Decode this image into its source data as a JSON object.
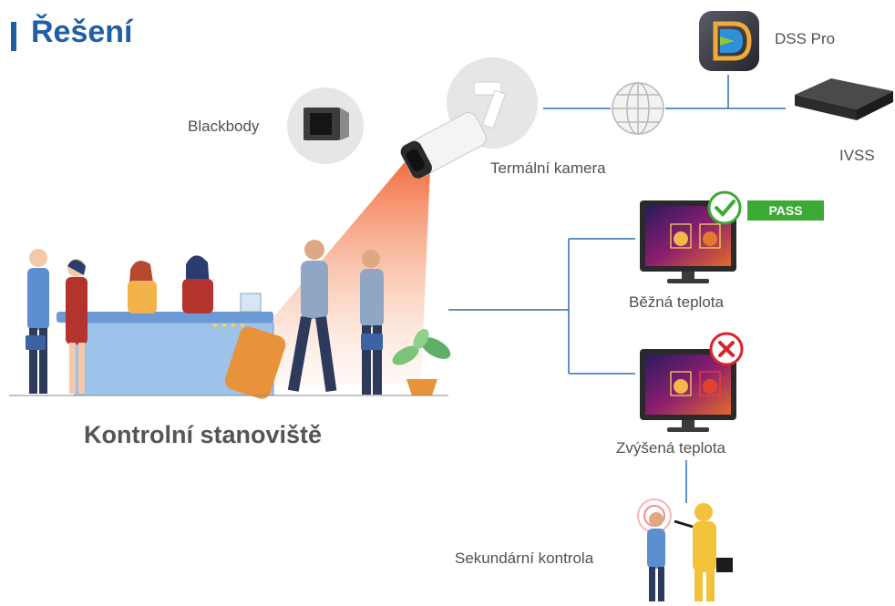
{
  "title": "Řešení",
  "labels": {
    "blackbody": "Blackbody",
    "thermal_camera": "Termální kamera",
    "dss_pro": "DSS Pro",
    "ivss": "IVSS",
    "normal_temp": "Běžná teplota",
    "elevated_temp": "Zvýšená teplota",
    "secondary_check": "Sekundární kontrola",
    "checkpoint": "Kontrolní stanoviště",
    "pass": "PASS"
  },
  "colors": {
    "title": "#1f5fa6",
    "connector": "#2e6fb5",
    "pass": "#3aaa35",
    "fail": "#d9232d",
    "beam": "#f05a28"
  },
  "icons": [
    "blackbody-icon",
    "thermal-camera-icon",
    "globe-icon",
    "dss-pro-icon",
    "ivss-recorder-icon",
    "check-icon",
    "cross-icon",
    "thermal-monitor-icon"
  ]
}
